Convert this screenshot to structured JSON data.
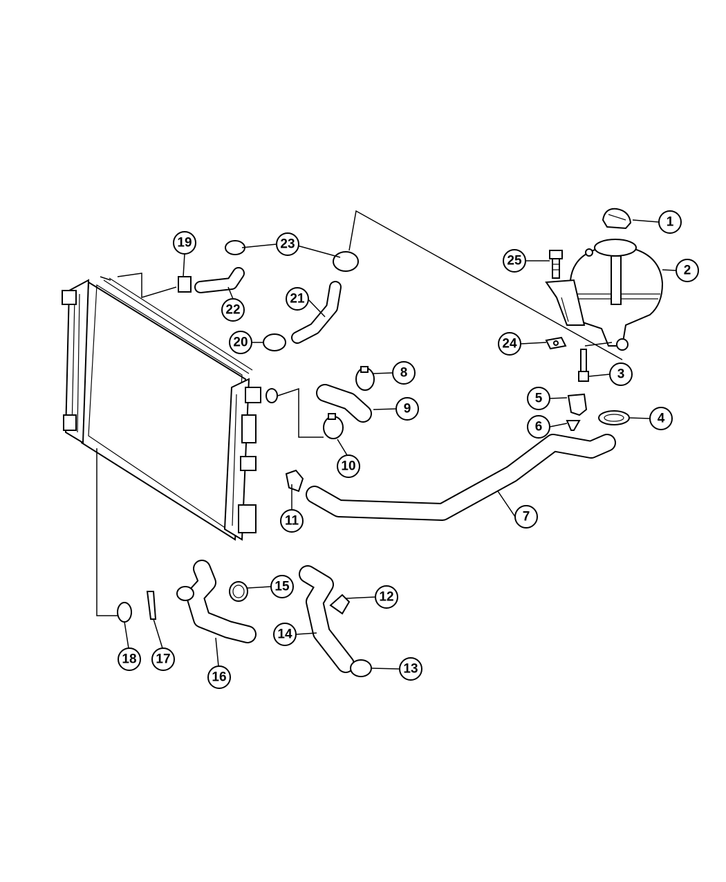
{
  "diagram": {
    "callouts": [
      {
        "id": "c1",
        "label": "1"
      },
      {
        "id": "c2",
        "label": "2"
      },
      {
        "id": "c3",
        "label": "3"
      },
      {
        "id": "c4",
        "label": "4"
      },
      {
        "id": "c5",
        "label": "5"
      },
      {
        "id": "c6",
        "label": "6"
      },
      {
        "id": "c7",
        "label": "7"
      },
      {
        "id": "c8",
        "label": "8"
      },
      {
        "id": "c9",
        "label": "9"
      },
      {
        "id": "c10",
        "label": "10"
      },
      {
        "id": "c11",
        "label": "11"
      },
      {
        "id": "c12",
        "label": "12"
      },
      {
        "id": "c13",
        "label": "13"
      },
      {
        "id": "c14",
        "label": "14"
      },
      {
        "id": "c15",
        "label": "15"
      },
      {
        "id": "c16",
        "label": "16"
      },
      {
        "id": "c17",
        "label": "17"
      },
      {
        "id": "c18",
        "label": "18"
      },
      {
        "id": "c19",
        "label": "19"
      },
      {
        "id": "c20",
        "label": "20"
      },
      {
        "id": "c21",
        "label": "21"
      },
      {
        "id": "c22",
        "label": "22"
      },
      {
        "id": "c23",
        "label": "23"
      },
      {
        "id": "c24",
        "label": "24"
      },
      {
        "id": "c25",
        "label": "25"
      }
    ]
  }
}
